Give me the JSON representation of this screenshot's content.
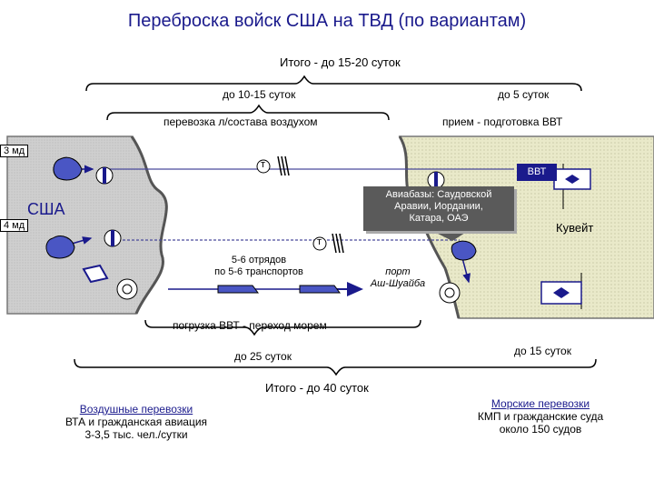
{
  "title": "Переброска войск США на ТВД (по вариантам)",
  "top": {
    "total": "Итого - до 15-20 суток",
    "left_days": "до 10-15 суток",
    "right_days": "до 5 суток",
    "air_transport": "перевозка л/состава воздухом",
    "reception": "прием - подготовка ВВТ"
  },
  "map": {
    "usa": "США",
    "div3": "3 мд",
    "div4": "4 мд",
    "kuwait": "Кувейт",
    "vvt": "ВВТ",
    "t1": "т",
    "t2": "т",
    "airbases": [
      "Авиабазы: Саудовской",
      "Аравии, Иордании,",
      "Катара, ОАЭ"
    ],
    "convoy": [
      "5-6 отрядов",
      "по 5-6 транспортов"
    ],
    "port": [
      "порт",
      "Аш-Шуайба"
    ]
  },
  "bottom": {
    "sea_load": "погрузка ВВТ - переход морем",
    "left_days": "до 25 суток",
    "right_days": "до 15 суток",
    "total": "Итого - до 40 суток"
  },
  "notes": {
    "air": [
      "Воздушные перевозки",
      "ВТА и гражданская авиация",
      "3-3,5 тыс. чел./сутки"
    ],
    "sea": [
      "Морские перевозки",
      "КМП и гражданские суда",
      "около 150 судов"
    ]
  },
  "colors": {
    "accent": "#1a1a8c",
    "usa_land": "#c8c8c8",
    "theater_land": "#e9e9c9",
    "route": "#4a4a9c"
  }
}
